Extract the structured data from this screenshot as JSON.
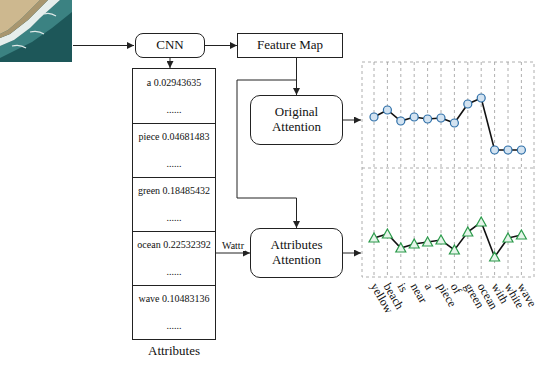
{
  "diagram": {
    "nodes": [
      {
        "text": [
          "CNN"
        ]
      },
      {
        "text": [
          "Feature Map"
        ]
      },
      {
        "text": [
          "Attributes"
        ]
      },
      {
        "text": [
          "a 0.02943635"
        ],
        "in": 2
      },
      {
        "text": [
          "......"
        ],
        "in": 2
      },
      {
        "text": [
          "piece 0.04681483"
        ],
        "in": 2
      },
      {
        "text": [
          "......"
        ],
        "in": 2
      },
      {
        "text": [
          "green 0.18485432"
        ],
        "in": 2
      },
      {
        "text": [
          "......"
        ],
        "in": 2
      },
      {
        "text": [
          "ocean 0.22532392"
        ],
        "in": 2
      },
      {
        "text": [
          "......"
        ],
        "in": 2
      },
      {
        "text": [
          "wave 0.10483136"
        ],
        "in": 2
      },
      {
        "text": [
          "......"
        ],
        "in": 2
      },
      {
        "text": [
          "Original Attention"
        ]
      },
      {
        "text": [
          "Attributes Attention"
        ]
      }
    ],
    "edges": [
      {
        "from": 0,
        "to": 1,
        "arrow": "to"
      },
      {
        "from": 0,
        "to": 2,
        "arrow": "to"
      },
      {
        "from": 1,
        "to": 13,
        "arrow": "to"
      },
      {
        "from": 1,
        "to": 14,
        "arrow": "to"
      },
      {
        "from": 9,
        "to": 14,
        "label": "Wattr",
        "arrow": "to"
      }
    ],
    "labels": [
      "yellow",
      "beach",
      "is",
      "near",
      "a",
      "piece",
      "of",
      "green",
      "ocean",
      "with",
      "white",
      "wave"
    ]
  }
}
